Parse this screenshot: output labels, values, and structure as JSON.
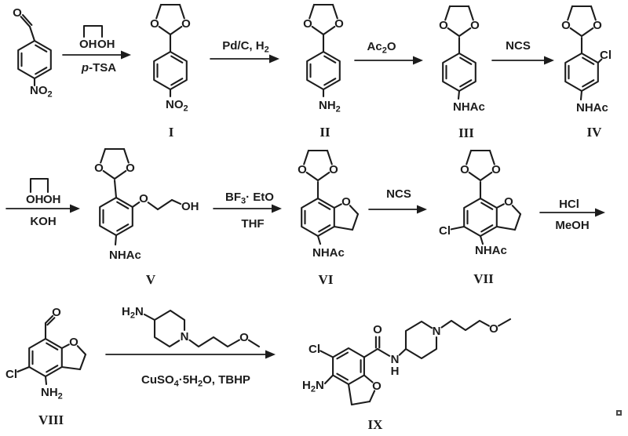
{
  "colors": {
    "ink": "#1c1c1c",
    "background": "#ffffff"
  },
  "atoms": {
    "O": "O",
    "N": "N",
    "H": "H",
    "Cl": "Cl",
    "OH": "OH",
    "NHAc": "NHAc",
    "NO2": {
      "m": "NO",
      "s": "2"
    },
    "NH2": {
      "m": "NH",
      "s": "2"
    },
    "H2N": {
      "a": "H",
      "s": "2",
      "b": "N"
    }
  },
  "reagents": {
    "glycol_oh": "OH",
    "ptsa": {
      "p": "p",
      "rest": "-TSA"
    },
    "pd_c_h2": {
      "m": "Pd/C, H",
      "s": "2"
    },
    "ac2o": {
      "a": "Ac",
      "s": "2",
      "b": "O"
    },
    "ncs": "NCS",
    "koh": "KOH",
    "bf3_eto": {
      "a": "BF",
      "s": "3",
      "b": "· EtO"
    },
    "thf": "THF",
    "hcl": "HCl",
    "meoh": "MeOH",
    "cuso4_tbhp": {
      "a": "CuSO",
      "s1": "4",
      "b": "·5H",
      "s2": "2",
      "c": "O, TBHP"
    }
  },
  "compound_labels": {
    "c1": "I",
    "c2": "II",
    "c3": "III",
    "c4": "IV",
    "c5": "V",
    "c6": "VI",
    "c7": "VII",
    "c8": "VIII",
    "c9": "IX"
  }
}
